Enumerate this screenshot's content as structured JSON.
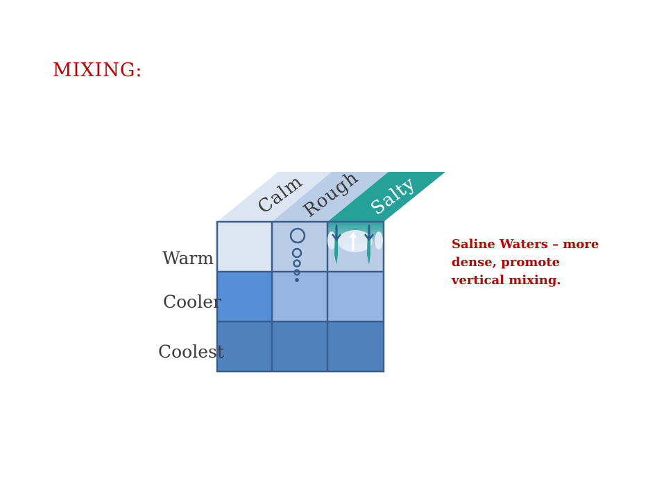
{
  "slide": {
    "title": "MIXING:",
    "note": "Saline Waters – more dense, promote vertical mixing."
  },
  "diagram": {
    "columns": [
      {
        "label": "Calm",
        "top_color": "#dce6f2"
      },
      {
        "label": "Rough",
        "top_color": "#b9cde6"
      },
      {
        "label": "Salty",
        "top_color": "#25a19a"
      }
    ],
    "rows": [
      "Warm",
      "Cooler",
      "Coolest"
    ],
    "cell_colors": [
      [
        "#dce6f2",
        "#b9cde6",
        "#b9cde6"
      ],
      [
        "#568fd6",
        "#95b6e3",
        "#95b6e3"
      ],
      [
        "#4f81bd",
        "#4f81bd",
        "#4f81bd"
      ]
    ],
    "grid_line_color": "#3d5d8c",
    "icons": [
      "bubbles-icon",
      "sinking-arrow-icon",
      "rising-arrow-icon",
      "sinking-arrow-icon"
    ]
  },
  "colors": {
    "title": "#c00000",
    "note": "#c00000",
    "label": "#3a3a3a",
    "arrow": "#2f5c8f"
  }
}
